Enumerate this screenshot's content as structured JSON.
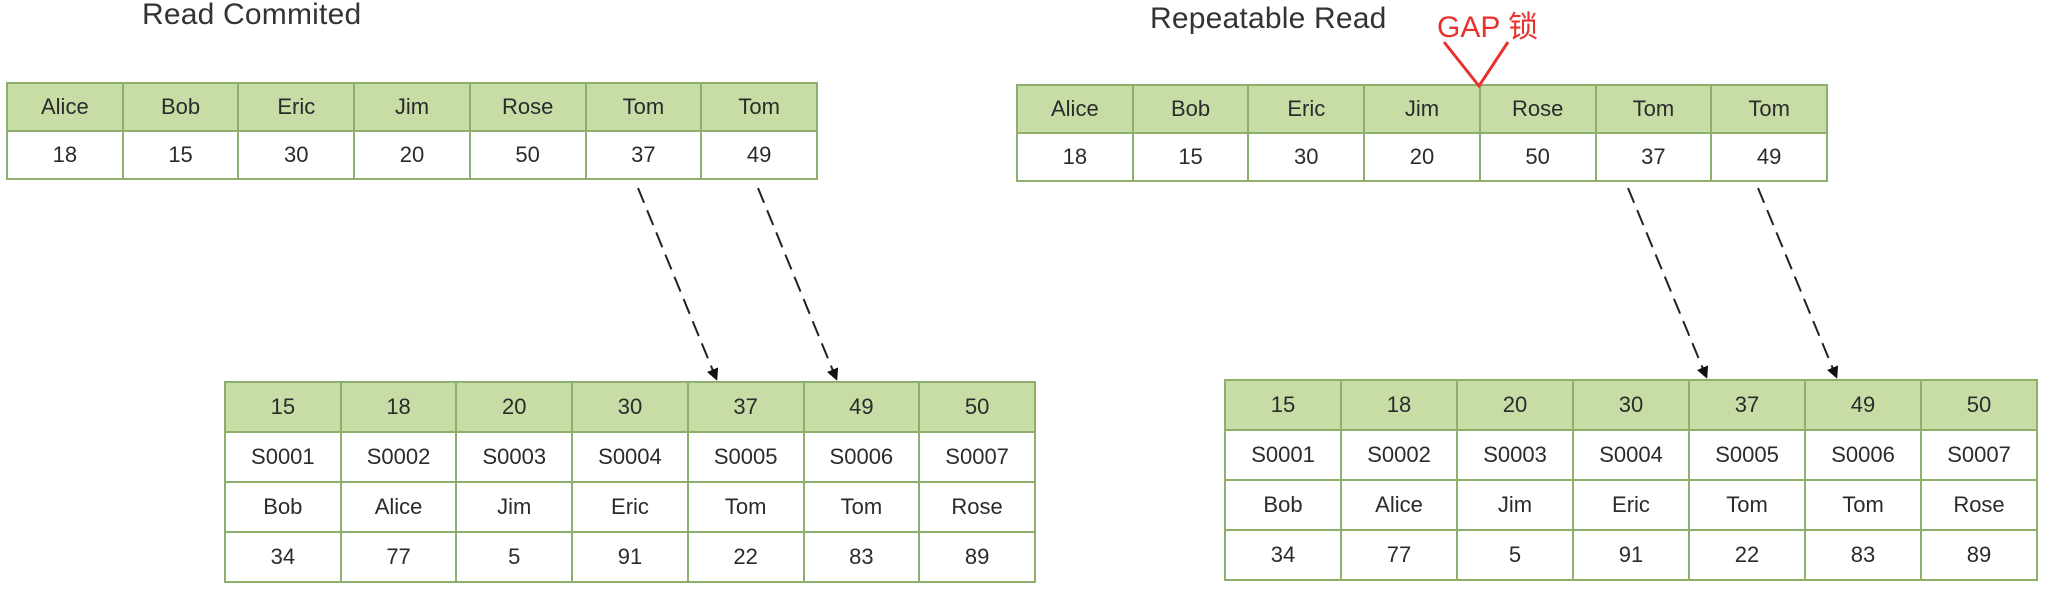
{
  "left": {
    "title": "Read Commited",
    "index_table": {
      "names": [
        "Alice",
        "Bob",
        "Eric",
        "Jim",
        "Rose",
        "Tom",
        "Tom"
      ],
      "ages": [
        "18",
        "15",
        "30",
        "20",
        "50",
        "37",
        "49"
      ]
    },
    "data_table": {
      "keys": [
        "15",
        "18",
        "20",
        "30",
        "37",
        "49",
        "50"
      ],
      "ids": [
        "S0001",
        "S0002",
        "S0003",
        "S0004",
        "S0005",
        "S0006",
        "S0007"
      ],
      "names": [
        "Bob",
        "Alice",
        "Jim",
        "Eric",
        "Tom",
        "Tom",
        "Rose"
      ],
      "scores": [
        "34",
        "77",
        "5",
        "91",
        "22",
        "83",
        "89"
      ]
    }
  },
  "right": {
    "title": "Repeatable Read",
    "gap_label": "GAP 锁",
    "index_table": {
      "names": [
        "Alice",
        "Bob",
        "Eric",
        "Jim",
        "Rose",
        "Tom",
        "Tom"
      ],
      "ages": [
        "18",
        "15",
        "30",
        "20",
        "50",
        "37",
        "49"
      ]
    },
    "data_table": {
      "keys": [
        "15",
        "18",
        "20",
        "30",
        "37",
        "49",
        "50"
      ],
      "ids": [
        "S0001",
        "S0002",
        "S0003",
        "S0004",
        "S0005",
        "S0006",
        "S0007"
      ],
      "names": [
        "Bob",
        "Alice",
        "Jim",
        "Eric",
        "Tom",
        "Tom",
        "Rose"
      ],
      "scores": [
        "34",
        "77",
        "5",
        "91",
        "22",
        "83",
        "89"
      ]
    }
  },
  "colors": {
    "header_fill": "#c8dca6",
    "border": "#8eae6c",
    "gap_lock": "#e8322e"
  }
}
